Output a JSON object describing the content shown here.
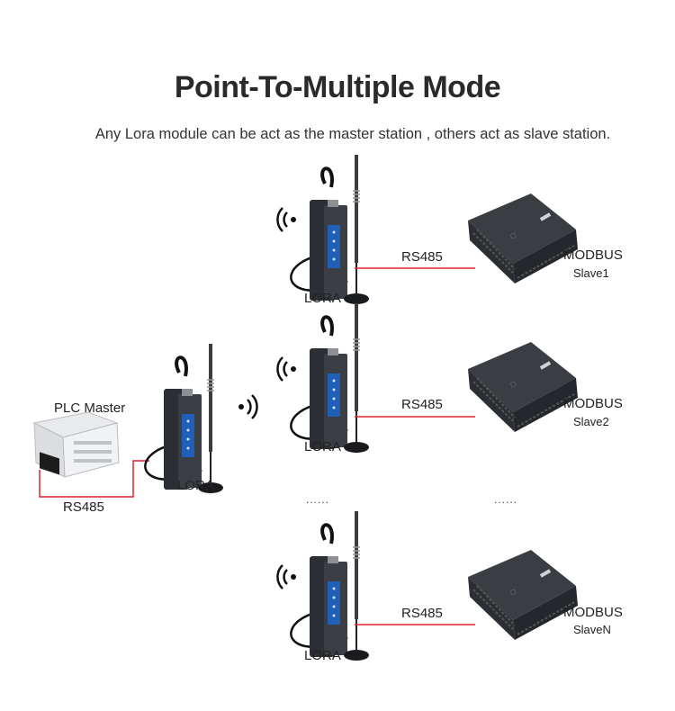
{
  "title": "Point-To-Multiple Mode",
  "subtitle": "Any Lora module can be act as the master station , others act as slave station.",
  "master": {
    "plc_label": "PLC Master",
    "lora_label": "LORA",
    "link_label": "RS485"
  },
  "slaves": [
    {
      "lora_label": "LORA",
      "link_label": "RS485",
      "device_label": "MODBUS",
      "slave_label": "Slave1"
    },
    {
      "lora_label": "LORA",
      "link_label": "RS485",
      "device_label": "MODBUS",
      "slave_label": "Slave2"
    },
    {
      "lora_label": "LORA",
      "link_label": "RS485",
      "device_label": "MODBUS",
      "slave_label": "SlaveN"
    }
  ],
  "ellipsis": [
    "......",
    "......"
  ],
  "colors": {
    "link_line": "#e0242b",
    "module_blue": "#1f5fb8",
    "device_body": "#3b3f44"
  }
}
